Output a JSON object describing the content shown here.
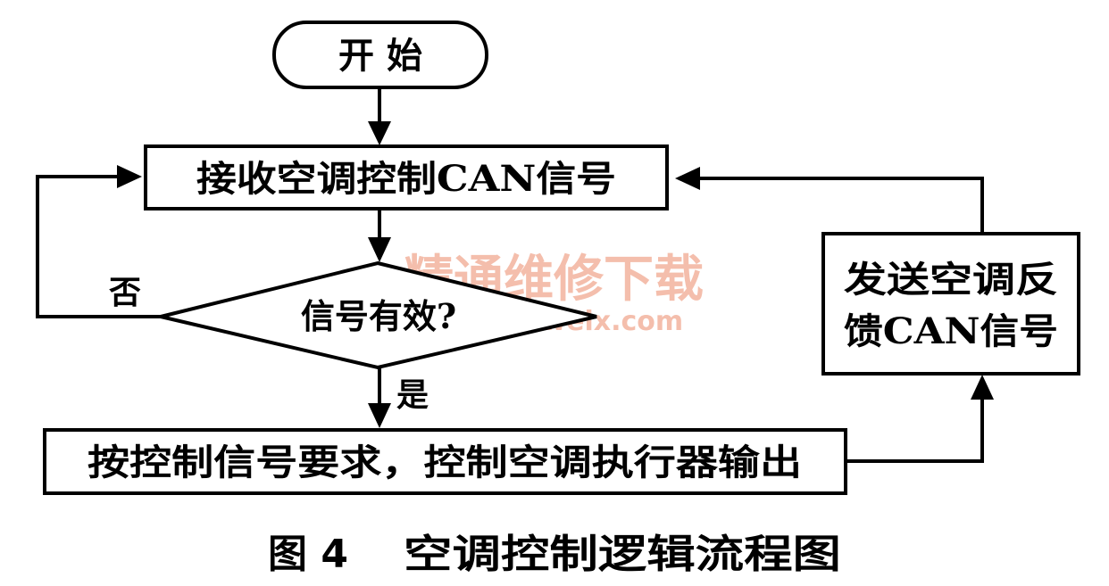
{
  "nodes": {
    "start": "开 始",
    "receive": "接收空调控制CAN信号",
    "decision": "信号有效?",
    "execute": "按控制信号要求，控制空调执行器输出",
    "feedback_line1": "发送空调反",
    "feedback_line2": "馈CAN信号"
  },
  "edge_labels": {
    "no": "否",
    "yes": "是"
  },
  "caption": {
    "figure_number": "图 4",
    "title": "空调控制逻辑流程图"
  },
  "watermark": {
    "name": "精通维修下载",
    "url": "www.gzweix.com",
    "color": "#f0a890"
  }
}
